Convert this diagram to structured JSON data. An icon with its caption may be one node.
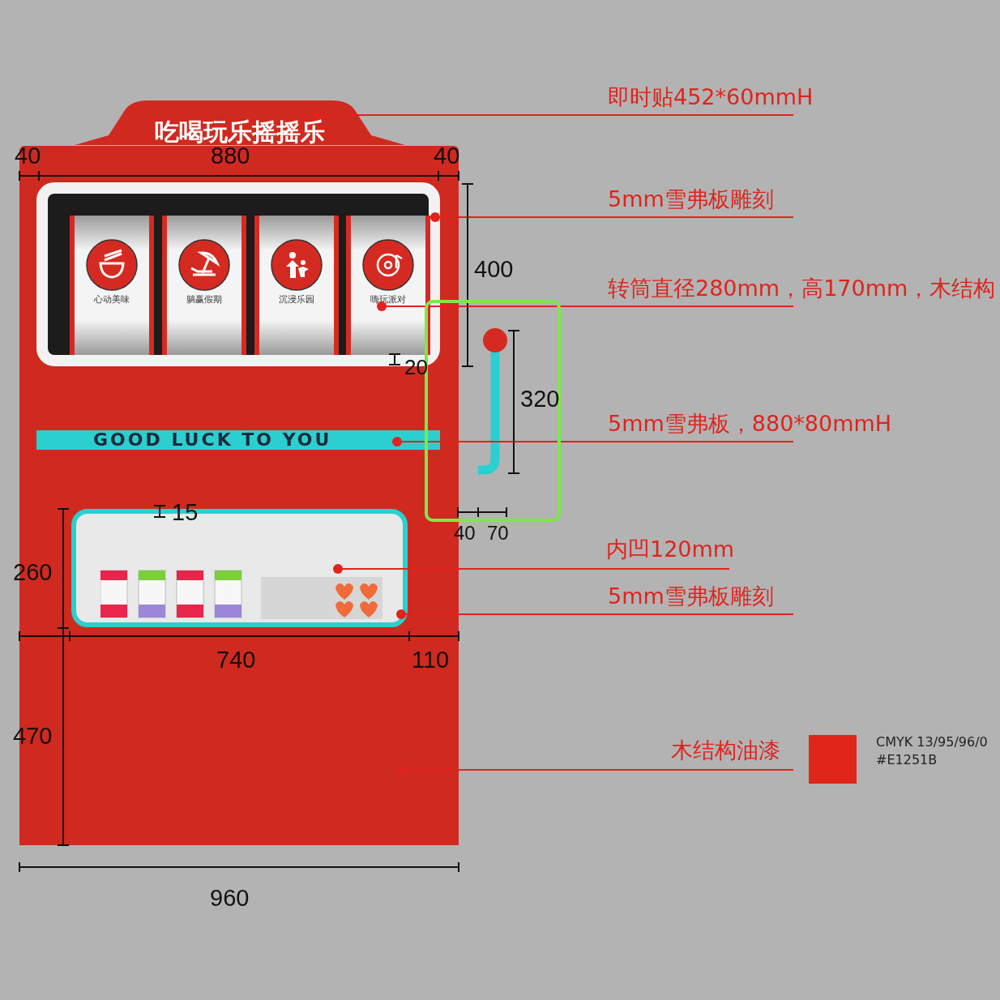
{
  "diagram": {
    "nodes": [
      {
        "text": [],
        "shape": "box"
      },
      {
        "text": [
          "吃喝玩乐摇摇乐"
        ]
      },
      {
        "text": [],
        "shape": "box",
        "in": 0
      },
      {
        "text": [
          "心动美味"
        ],
        "in": 2
      },
      {
        "text": [
          "躺赢假期"
        ],
        "in": 2
      },
      {
        "text": [
          "沉浸乐园"
        ],
        "in": 2
      },
      {
        "text": [
          "嗨玩派对"
        ],
        "in": 2
      },
      {
        "text": [
          "GOOD LUCK TO YOU"
        ],
        "in": 0
      },
      {
        "text": [],
        "shape": "box",
        "in": 0
      },
      {
        "text": [
          "即时贴452*60mmH"
        ]
      },
      {
        "text": [
          "5mm雪弗板雕刻"
        ]
      },
      {
        "text": [
          "转筒直径280mm，高170mm，木结构"
        ]
      },
      {
        "text": [
          "5mm雪弗板，880*80mmH"
        ]
      },
      {
        "text": [
          "内凹120mm"
        ]
      },
      {
        "text": [
          "5mm雪弗板雕刻"
        ]
      },
      {
        "text": [
          "木结构油漆"
        ]
      }
    ],
    "edges": [
      {
        "from": 9,
        "to": 1,
        "arrow": "other"
      },
      {
        "from": 10,
        "to": 2,
        "arrow": "other"
      },
      {
        "from": 11,
        "to": 6,
        "arrow": "other"
      },
      {
        "from": 12,
        "to": 7,
        "arrow": "other"
      },
      {
        "from": 13,
        "to": 8,
        "arrow": "other"
      },
      {
        "from": 14,
        "to": 8,
        "arrow": "other"
      },
      {
        "from": 15,
        "to": 0,
        "arrow": "other"
      }
    ],
    "labels": [
      "40",
      "880",
      "40",
      "400",
      "20",
      "320",
      "15",
      "40",
      "70",
      "260",
      "740",
      "110",
      "470",
      "960"
    ],
    "legend": [
      {
        "text": "CMYK 13/95/96/0 #E1251B",
        "color": "#e1251b"
      }
    ]
  }
}
